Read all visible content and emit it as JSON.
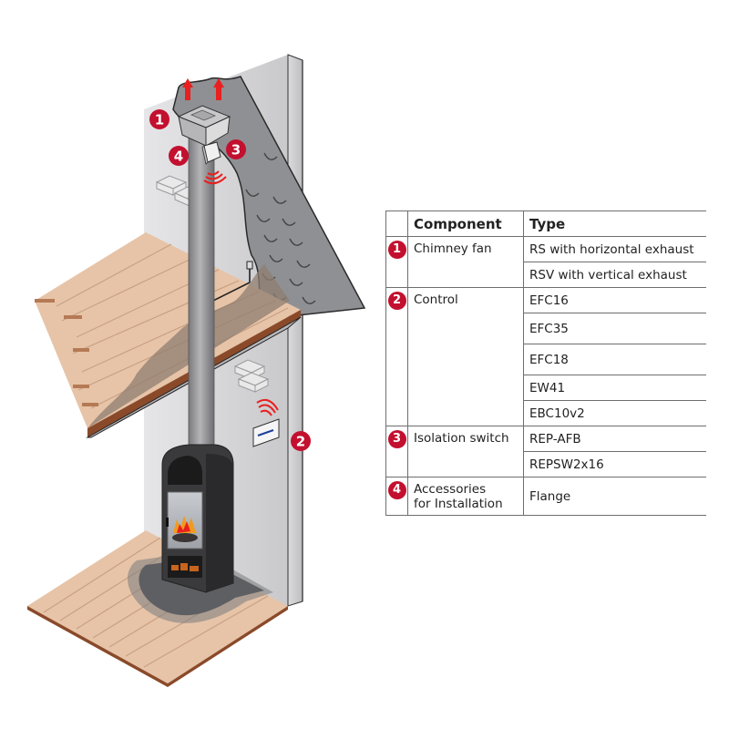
{
  "diagram": {
    "title": "Chimney fan installation overview",
    "callouts": [
      {
        "number": "1",
        "label": "Chimney fan"
      },
      {
        "number": "2",
        "label": "Control"
      },
      {
        "number": "3",
        "label": "Isolation switch"
      },
      {
        "number": "4",
        "label": "Accessories for Installation"
      }
    ],
    "colors": {
      "badge": "#c3102f",
      "arrow": "#e8201f",
      "roof": "#8f9094",
      "wall": "#d9d9db",
      "chimney": "#8c8c90",
      "wood": "#e7c4a8",
      "wood_edge": "#8a4a2a",
      "stove": "#3a3a3c",
      "hearth": "#5e5f62"
    }
  },
  "table": {
    "headers": {
      "badge": "",
      "component": "Component",
      "type": "Type"
    },
    "rows": [
      {
        "number": "1",
        "component": "Chimney fan",
        "types": [
          "RS with horizontal exhaust",
          "RSV with vertical exhaust"
        ]
      },
      {
        "number": "2",
        "component": "Control",
        "types": [
          "EFC16",
          "EFC35",
          "EFC18",
          "EW41",
          "EBC10v2"
        ]
      },
      {
        "number": "3",
        "component": "Isolation switch",
        "types": [
          "REP-AFB",
          "REPSW2x16"
        ]
      },
      {
        "number": "4",
        "component": "Accessories for Installation",
        "component_lines": [
          "Accessories",
          "for Installation"
        ],
        "types": [
          "Flange"
        ]
      }
    ]
  }
}
